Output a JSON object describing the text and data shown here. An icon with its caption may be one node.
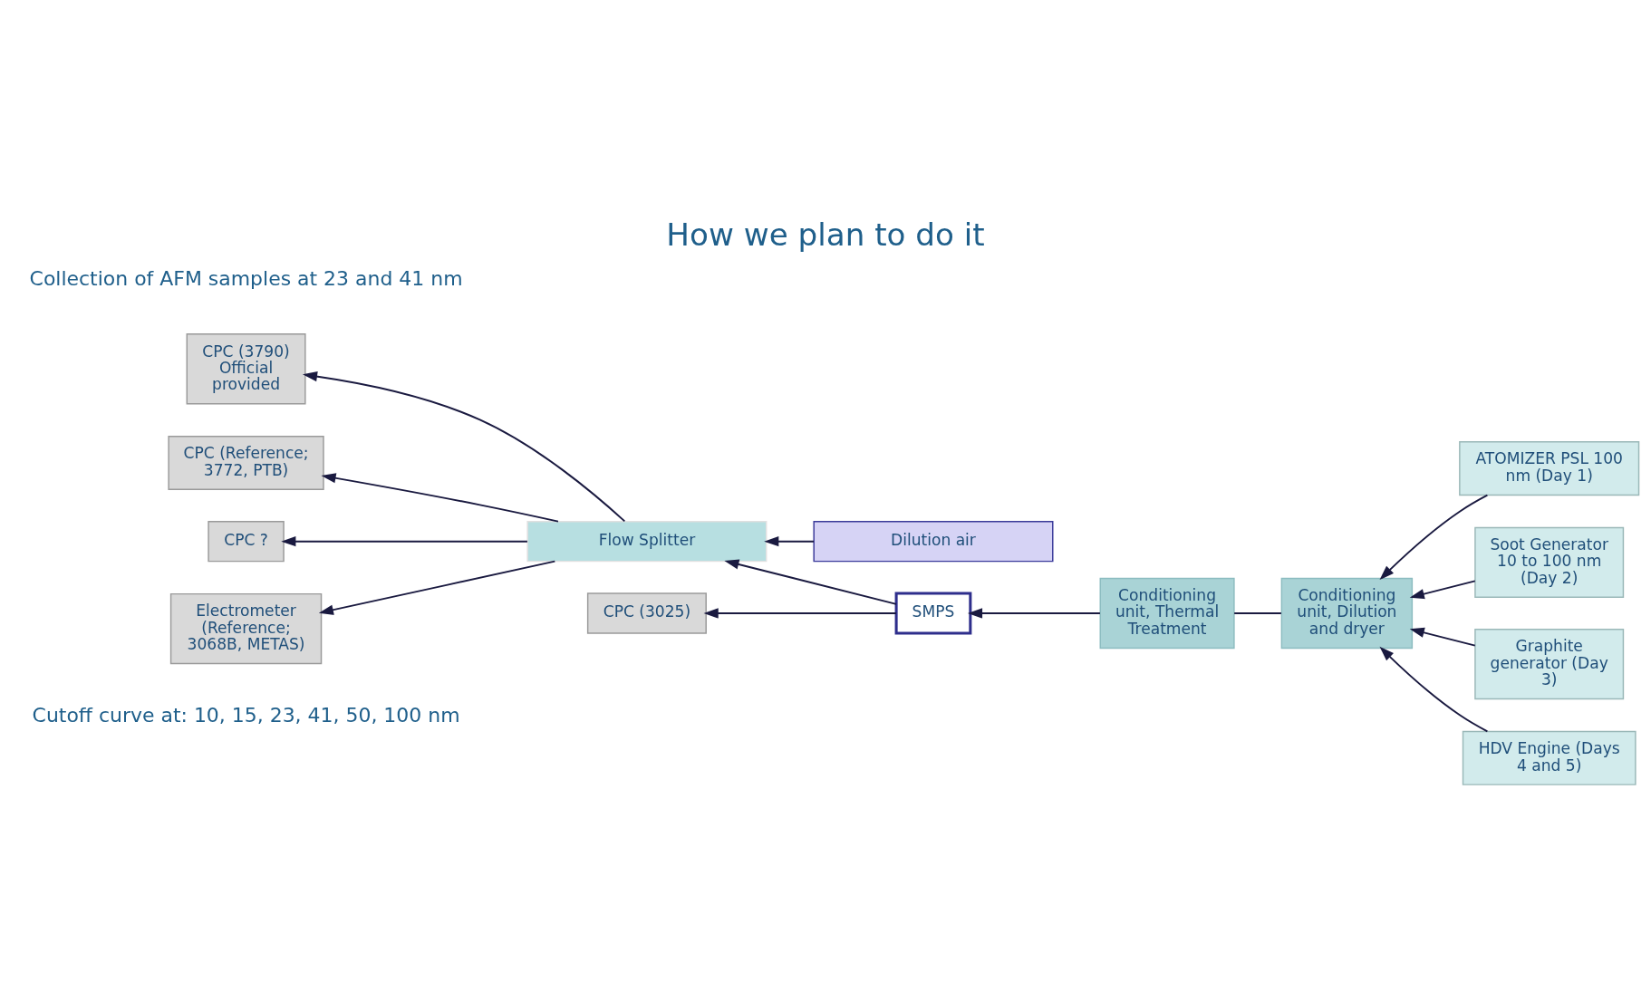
{
  "diagram": {
    "title": "How we plan to do it",
    "nodes": [
      {
        "text": [
          "CPC (3790) Official provided"
        ]
      },
      {
        "text": [
          "CPC (Reference; 3772, PTB)"
        ]
      },
      {
        "text": [
          "Dilution air"
        ]
      },
      {
        "text": [
          "Flow Splitter"
        ]
      },
      {
        "text": [
          "SMPS"
        ]
      },
      {
        "text": [
          "Conditioning unit, Thermal Treatment"
        ]
      },
      {
        "text": [
          "Conditioning unit, Dilution and dryer"
        ]
      },
      {
        "text": [
          "CPC ?"
        ]
      },
      {
        "text": [
          "Electrometer (Reference; 3068B, METAS)"
        ]
      },
      {
        "text": [
          "CPC (3025)"
        ]
      },
      {
        "text": [
          "ATOMIZER PSL 100 nm (Day 1)"
        ]
      },
      {
        "text": [
          "Soot Generator 10 to 100 nm (Day 2)"
        ]
      },
      {
        "text": [
          "Graphite generator (Day 3)"
        ]
      },
      {
        "text": [
          "HDV Engine (Days 4 and 5)"
        ]
      }
    ],
    "edges": [
      {
        "from": 3,
        "to": 0,
        "arrow": "to"
      },
      {
        "from": 3,
        "to": 1,
        "arrow": "to"
      },
      {
        "from": 2,
        "to": 3,
        "arrow": "to"
      },
      {
        "from": 4,
        "to": 3,
        "arrow": "to"
      },
      {
        "from": 3,
        "to": 7,
        "arrow": "to"
      },
      {
        "from": 3,
        "to": 8,
        "arrow": "to"
      },
      {
        "from": 4,
        "to": 9,
        "arrow": "to"
      },
      {
        "from": 5,
        "to": 4,
        "arrow": "to"
      },
      {
        "from": 6,
        "to": 5,
        "arrow": "none"
      },
      {
        "from": 10,
        "to": 6,
        "arrow": "to"
      },
      {
        "from": 11,
        "to": 6,
        "arrow": "to"
      },
      {
        "from": 12,
        "to": 6,
        "arrow": "to"
      },
      {
        "from": 13,
        "to": 6,
        "arrow": "to"
      }
    ],
    "labels": [
      "Cutoff curve at: 10, 15, 23, 41, 50, 100 nm",
      "Collection of AFM samples at 23 and 41 nm"
    ]
  }
}
